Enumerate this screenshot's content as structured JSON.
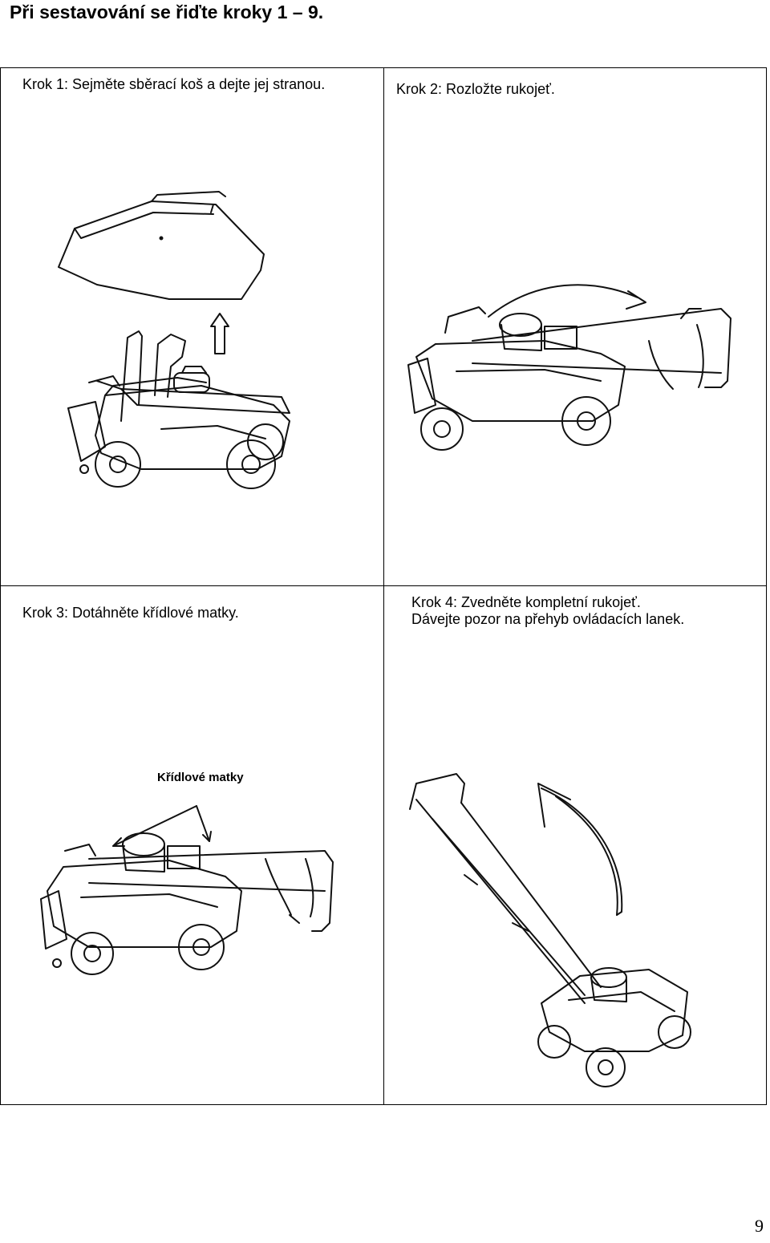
{
  "heading": "Při sestavování se řiďte kroky 1 – 9.",
  "steps": {
    "step1": {
      "text": "Krok 1: Sejměte sběrací koš a dejte jej stranou."
    },
    "step2": {
      "text": "Krok 2: Rozložte rukojeť."
    },
    "step3": {
      "text": "Krok 3: Dotáhněte křídlové matky.",
      "callout": "Křídlové matky"
    },
    "step4": {
      "line1": "Krok 4: Zvedněte kompletní rukojeť.",
      "line2": "Dávejte pozor na přehyb ovládacích lanek."
    }
  },
  "icons": {
    "step1": [
      "grass-bag-icon",
      "up-arrow-icon",
      "lawn-mower-icon"
    ],
    "step2": [
      "curved-arrow-icon",
      "lawn-mower-icon"
    ],
    "step3": [
      "pointer-arrow-icon",
      "lawn-mower-icon"
    ],
    "step4": [
      "curved-up-arrow-icon",
      "lawn-mower-icon"
    ]
  },
  "page_number": "9"
}
